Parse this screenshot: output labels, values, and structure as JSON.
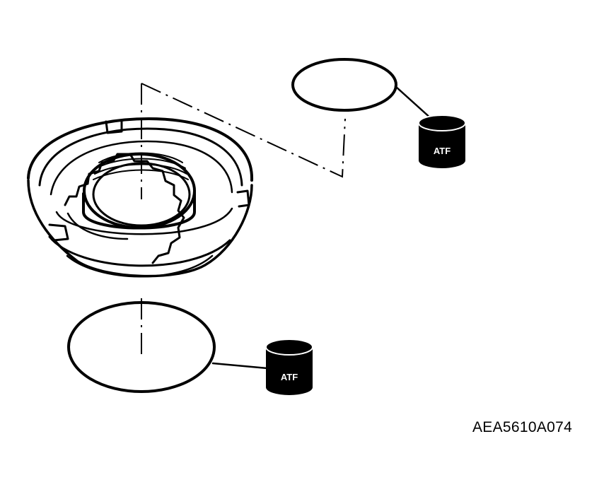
{
  "figure": {
    "code": "AEA5610A074"
  },
  "labels": {
    "fluid_upper": "ATF",
    "fluid_lower": "ATF"
  },
  "colors": {
    "ink": "#000000",
    "background": "#ffffff"
  }
}
